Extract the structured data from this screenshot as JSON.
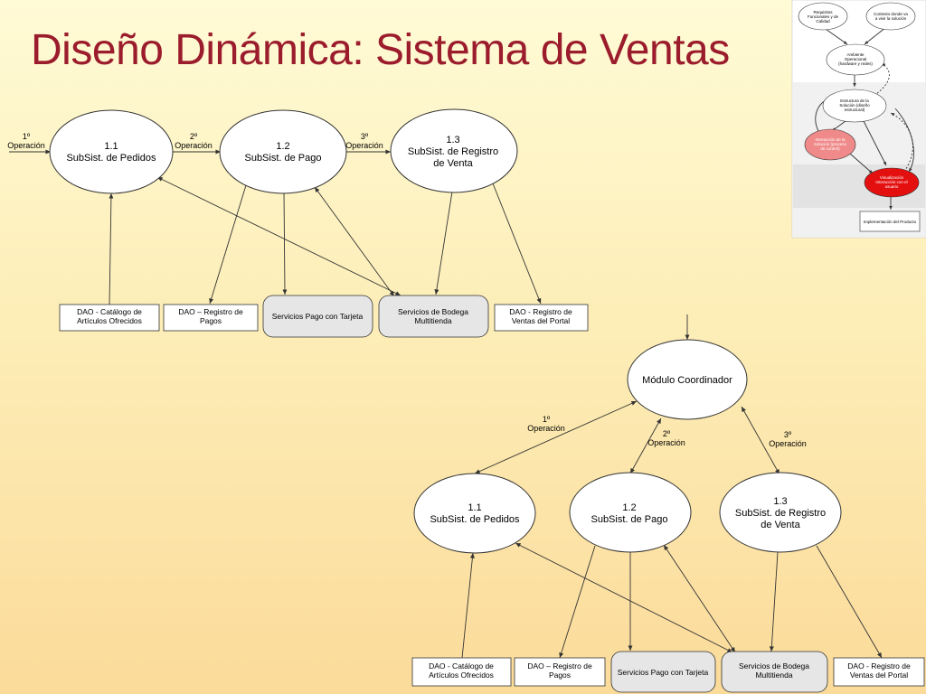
{
  "title": "Diseño Dinámica: Sistema de Ventas",
  "diagram1": {
    "nodes": {
      "n11": [
        "1.1",
        "SubSist. de Pedidos"
      ],
      "n12": [
        "1.2",
        "SubSist. de Pago"
      ],
      "n13": [
        "1.3",
        "SubSist. de Registro",
        "de Venta"
      ]
    },
    "operations": {
      "op1": [
        "1º",
        "Operación"
      ],
      "op2": [
        "2º",
        "Operación"
      ],
      "op3": [
        "3º",
        "Operación"
      ]
    },
    "boxes": {
      "b1": [
        "DAO - Catálogo de",
        "Artículos Ofrecidos"
      ],
      "b2": [
        "DAO – Registro de",
        "Pagos"
      ],
      "b3": [
        "Servicios Pago con Tarjeta"
      ],
      "b4": [
        "Servicios de Bodega",
        "Multitienda"
      ],
      "b5": [
        "DAO - Registro de",
        "Ventas del Portal"
      ]
    }
  },
  "diagram2": {
    "coordinator": "Módulo Coordinador",
    "nodes": {
      "n11": [
        "1.1",
        "SubSist. de Pedidos"
      ],
      "n12": [
        "1.2",
        "SubSist. de Pago"
      ],
      "n13": [
        "1.3",
        "SubSist. de Registro",
        "de Venta"
      ]
    },
    "operations": {
      "op1": [
        "1º",
        "Operación"
      ],
      "op2": [
        "2º",
        "Operación"
      ],
      "op3": [
        "3º",
        "Operación"
      ]
    },
    "boxes": {
      "b1": [
        "DAO - Catálogo de",
        "Artículos Ofrecidos"
      ],
      "b2": [
        "DAO – Registro de",
        "Pagos"
      ],
      "b3": [
        "Servicios Pago con Tarjeta"
      ],
      "b4": [
        "Servicios de Bodega",
        "Multitienda"
      ],
      "b5": [
        "DAO - Registro de",
        "Ventas del Portal"
      ]
    }
  },
  "thumbnail": {
    "nodes": {
      "t1": [
        "Requisitos",
        "Funcionales y de",
        "Calidad"
      ],
      "t2": [
        "Contexto donde va",
        "a vivir la solución"
      ],
      "t3": [
        "Ambiente",
        "Operacional",
        "(hardware y redes)"
      ],
      "t4": [
        "Estructura de la",
        "Solución (diseño",
        "estructural)"
      ],
      "t5": [
        "Interacción de la",
        "Solución (proceso",
        "de control)"
      ],
      "t6": [
        "Visualización",
        "Interacción con el",
        "usuario"
      ],
      "t7": [
        "Implementación del Producto"
      ]
    }
  },
  "colors": {
    "title": "#9b1c2c",
    "node_fill": "#ffffff",
    "service_fill": "#e6e6e6",
    "thumb_pink": "#f08a8a",
    "thumb_red": "#e41010"
  }
}
